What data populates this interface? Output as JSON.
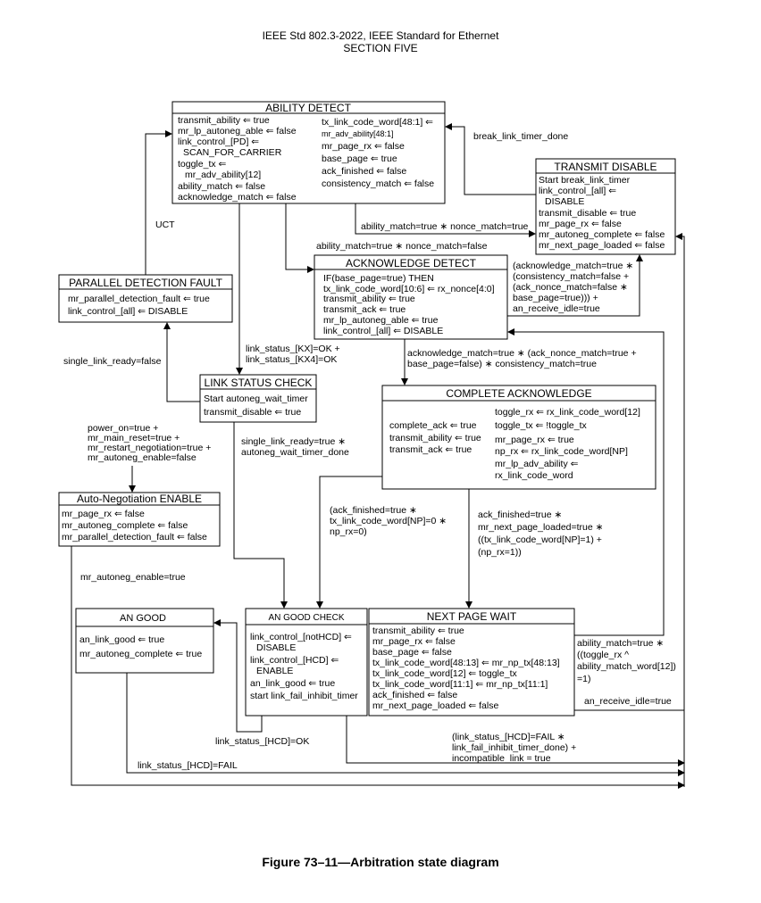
{
  "header": {
    "line1": "IEEE Std 802.3-2022, IEEE Standard for Ethernet",
    "line2": "SECTION FIVE"
  },
  "caption": "Figure 73–11—Arbitration state diagram",
  "states": {
    "ability_detect": {
      "title": "ABILITY DETECT",
      "left": [
        "transmit_ability ⇐ true",
        "mr_lp_autoneg_able ⇐ false",
        "link_control_[PD] ⇐",
        "SCAN_FOR_CARRIER",
        "toggle_tx ⇐",
        "mr_adv_ability[12]",
        "ability_match ⇐ false",
        "acknowledge_match ⇐ false"
      ],
      "right": [
        "tx_link_code_word[48:1] ⇐",
        "mr_adv_ability[48:1]",
        "mr_page_rx ⇐ false",
        "base_page ⇐ true",
        "ack_finished ⇐ false",
        "consistency_match ⇐ false"
      ]
    },
    "transmit_disable": {
      "title": "TRANSMIT DISABLE",
      "lines": [
        "Start break_link_timer",
        "link_control_[all] ⇐",
        "DISABLE",
        "transmit_disable ⇐ true",
        "mr_page_rx ⇐ false",
        "mr_autoneg_complete ⇐ false",
        "mr_next_page_loaded ⇐ false"
      ]
    },
    "parallel_detection_fault": {
      "title": "PARALLEL DETECTION FAULT",
      "lines": [
        "mr_parallel_detection_fault ⇐ true",
        "link_control_[all] ⇐ DISABLE"
      ]
    },
    "acknowledge_detect": {
      "title": "ACKNOWLEDGE DETECT",
      "lines": [
        "IF(base_page=true) THEN",
        "tx_link_code_word[10:6] ⇐ rx_nonce[4:0]",
        "transmit_ability ⇐ true",
        "transmit_ack ⇐ true",
        "mr_lp_autoneg_able ⇐ true",
        "link_control_[all] ⇐ DISABLE"
      ]
    },
    "link_status_check": {
      "title": "LINK STATUS CHECK",
      "lines": [
        "Start autoneg_wait_timer",
        "transmit_disable ⇐ true"
      ]
    },
    "complete_acknowledge": {
      "title": "COMPLETE ACKNOWLEDGE",
      "left": [
        "complete_ack ⇐ true",
        "transmit_ability ⇐ true",
        "transmit_ack ⇐ true"
      ],
      "right": [
        "toggle_rx ⇐ rx_link_code_word[12]",
        "toggle_tx ⇐ !toggle_tx",
        "mr_page_rx ⇐ true",
        "np_rx ⇐ rx_link_code_word[NP]",
        "mr_lp_adv_ability ⇐",
        "rx_link_code_word"
      ]
    },
    "an_enable": {
      "title": "Auto-Negotiation ENABLE",
      "lines": [
        "mr_page_rx ⇐ false",
        "mr_autoneg_complete ⇐ false",
        "mr_parallel_detection_fault ⇐ false"
      ]
    },
    "an_good": {
      "title": "AN GOOD",
      "lines": [
        "an_link_good ⇐ true",
        "mr_autoneg_complete ⇐ true"
      ]
    },
    "an_good_check": {
      "title": "AN GOOD CHECK",
      "lines": [
        "link_control_[notHCD] ⇐",
        "DISABLE",
        "link_control_[HCD] ⇐",
        "ENABLE",
        "an_link_good ⇐ true",
        "start link_fail_inhibit_timer"
      ]
    },
    "next_page_wait": {
      "title": "NEXT PAGE WAIT",
      "lines": [
        "transmit_ability ⇐ true",
        "mr_page_rx ⇐ false",
        "base_page ⇐ false",
        "tx_link_code_word[48:13] ⇐ mr_np_tx[48:13]",
        "tx_link_code_word[12] ⇐ toggle_tx",
        "tx_link_code_word[11:1] ⇐ mr_np_tx[11:1]",
        "ack_finished ⇐ false",
        "mr_next_page_loaded ⇐ false"
      ]
    }
  },
  "labels": {
    "break_link_timer_done": "break_link_timer_done",
    "uct": "UCT",
    "ad_to_td": "ability_match=true ∗ nonce_match=true",
    "ad_to_ack": "ability_match=true ∗ nonce_match=false",
    "ack_to_td": [
      "(acknowledge_match=true ∗",
      "(consistency_match=false +",
      "(ack_nonce_match=false ∗",
      "base_page=true))) +",
      "an_receive_idle=true"
    ],
    "single_link_false": "single_link_ready=false",
    "kx": [
      "link_status_[KX]=OK +",
      "link_status_[KX4]=OK"
    ],
    "ack_to_complete": [
      "acknowledge_match=true ∗ (ack_nonce_match=true +",
      "base_page=false) ∗ consistency_match=true"
    ],
    "power_on": [
      "power_on=true +",
      "mr_main_reset=true +",
      "mr_restart_negotiation=true +",
      "mr_autoneg_enable=false"
    ],
    "single_link_true": [
      "single_link_ready=true ∗",
      "autoneg_wait_timer_done"
    ],
    "complete_to_check": [
      "(ack_finished=true ∗",
      "tx_link_code_word[NP]=0 ∗",
      "np_rx=0)"
    ],
    "complete_to_npw": [
      "ack_finished=true ∗",
      "mr_next_page_loaded=true ∗",
      "((tx_link_code_word[NP]=1) +",
      "(np_rx=1))"
    ],
    "autoneg_enable_true": "mr_autoneg_enable=true",
    "npw_to_ack": [
      "ability_match=true ∗",
      "((toggle_rx ^",
      "ability_match_word[12])",
      "=1)"
    ],
    "an_receive_idle": "an_receive_idle=true",
    "hcd_ok": "link_status_[HCD]=OK",
    "hcd_fail_inhibit": [
      "(link_status_[HCD]=FAIL ∗",
      "link_fail_inhibit_timer_done) +",
      "incompatible_link = true"
    ],
    "hcd_fail": "link_status_[HCD]=FAIL"
  }
}
